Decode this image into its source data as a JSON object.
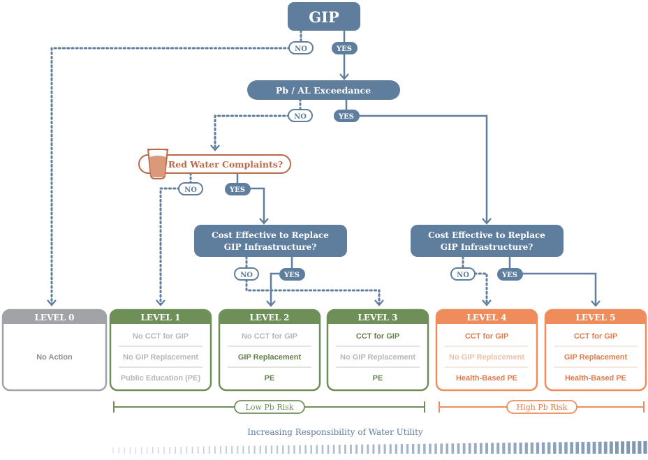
{
  "colors": {
    "blue": "#5f7e9e",
    "blue_dark": "#587694",
    "green": "#6f8f58",
    "orange": "#ee8c5b",
    "gray": "#a2a3a7",
    "red_water": "#b9694b",
    "text_muted": "#b5b8b8",
    "text_green": "#64824e",
    "text_orange_strong": "#e27a49",
    "text_orange_muted": "#f0c0a4",
    "text_gray": "#8d8f92",
    "hatch": "#7d97b2"
  },
  "nodes": {
    "gip": {
      "label": "GIP"
    },
    "pb_al": {
      "label": "Pb / AL Exceedance"
    },
    "red_water": {
      "label": "Red Water Complaints?",
      "icon": "water-glass-icon"
    },
    "cost_left": {
      "line1": "Cost Effective to Replace",
      "line2": "GIP Infrastructure?"
    },
    "cost_right": {
      "line1": "Cost Effective to Replace",
      "line2": "GIP Infrastructure?"
    }
  },
  "branches": {
    "no": "NO",
    "yes": "YES"
  },
  "levels": [
    {
      "title": "LEVEL 0",
      "rows": [
        "No Action"
      ]
    },
    {
      "title": "LEVEL 1",
      "rows": [
        "No CCT for GIP",
        "No GIP Replacement",
        "Public Education (PE)"
      ]
    },
    {
      "title": "LEVEL 2",
      "rows": [
        "No CCT for GIP",
        "GIP Replacement",
        "PE"
      ]
    },
    {
      "title": "LEVEL 3",
      "rows": [
        "CCT for GIP",
        "No GIP Replacement",
        "PE"
      ]
    },
    {
      "title": "LEVEL 4",
      "rows": [
        "CCT for GIP",
        "No GIP Replacement",
        "Health-Based PE"
      ]
    },
    {
      "title": "LEVEL 5",
      "rows": [
        "CCT for GIP",
        "GIP Replacement",
        "Health-Based PE"
      ]
    }
  ],
  "risk": {
    "low": "Low Pb Risk",
    "high": "High Pb Risk"
  },
  "responsibility": {
    "label": "Increasing Responsibility of Water Utility"
  }
}
